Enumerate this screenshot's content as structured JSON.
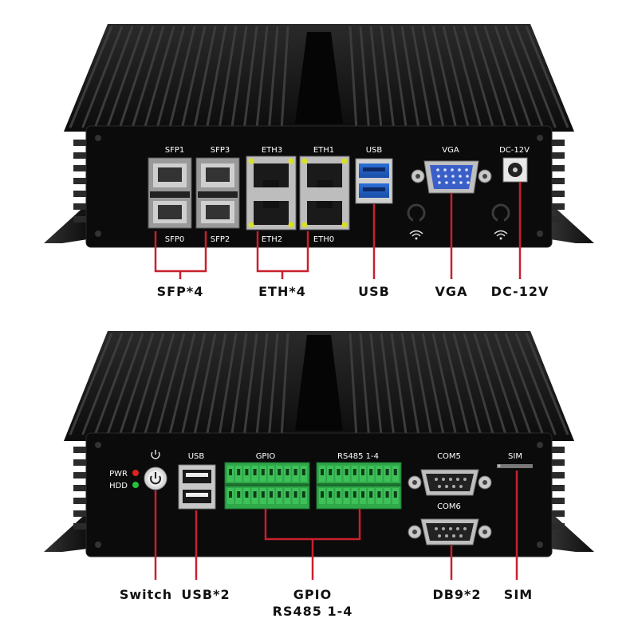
{
  "top_unit": {
    "port_labels": {
      "sfp1": "SFP1",
      "sfp3": "SFP3",
      "sfp0": "SFP0",
      "sfp2": "SFP2",
      "eth3": "ETH3",
      "eth1": "ETH1",
      "eth2": "ETH2",
      "eth0": "ETH0",
      "usb": "USB",
      "vga": "VGA",
      "dc": "DC-12V"
    },
    "callouts": {
      "sfp": "SFP*4",
      "eth": "ETH*4",
      "usb": "USB",
      "vga": "VGA",
      "dc": "DC-12V"
    }
  },
  "bottom_unit": {
    "port_labels": {
      "pwr": "PWR",
      "hdd": "HDD",
      "usb": "USB",
      "gpio": "GPIO",
      "rs485": "RS485 1-4",
      "com5": "COM5",
      "com6": "COM6",
      "sim": "SIM"
    },
    "callouts": {
      "switch": "Switch",
      "usb": "USB*2",
      "gpio_line1": "GPIO",
      "gpio_line2": "RS485 1-4",
      "db9": "DB9*2",
      "sim": "SIM"
    }
  },
  "colors": {
    "callout_line": "#c8202e",
    "body": "#0d0d0d",
    "led_red": "#e0221c",
    "led_green": "#22c23a",
    "terminal_green": "#2fa84a",
    "vga_blue": "#3a5fc8"
  }
}
